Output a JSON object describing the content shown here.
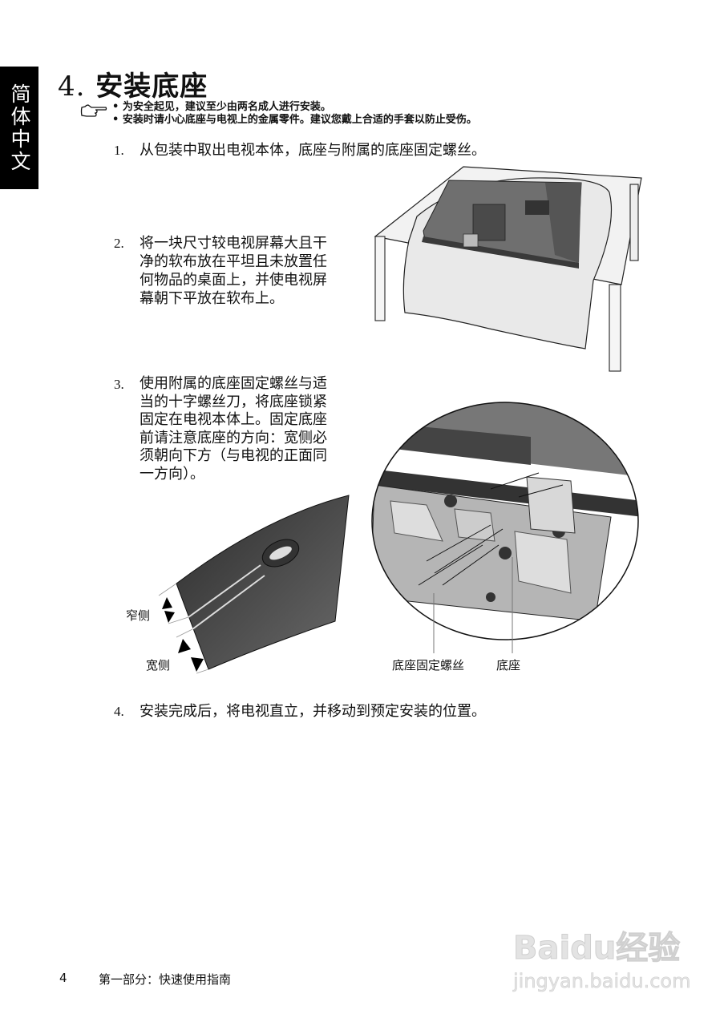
{
  "side_tab": {
    "label": "简体中文"
  },
  "section": {
    "number": "4.",
    "title": "安装底座"
  },
  "notes": {
    "icon": "pointing-hand-icon",
    "items": [
      "• 为安全起见，建议至少由两名成人进行安装。",
      "• 安装时请小心底座与电视上的金属零件。建议您戴上合适的手套以防止受伤。"
    ]
  },
  "steps": [
    {
      "number": "1.",
      "lines": [
        "从包装中取出电视本体，底座与附属的底座固定螺丝。"
      ]
    },
    {
      "number": "2.",
      "lines": [
        "将一块尺寸较电视屏幕大且干",
        "净的软布放在平坦且未放置任",
        "何物品的桌面上，并使电视屏",
        "幕朝下平放在软布上。"
      ]
    },
    {
      "number": "3.",
      "lines": [
        "使用附属的底座固定螺丝与适",
        "当的十字螺丝刀，将底座锁紧",
        "固定在电视本体上。固定底座",
        "前请注意底座的方向：宽侧必",
        "须朝向下方（与电视的正面同",
        "一方向）。"
      ]
    },
    {
      "number": "4.",
      "lines": [
        "安装完成后，将电视直立，并移动到预定安装的位置。"
      ]
    }
  ],
  "figures": {
    "table_tv": {
      "description": "TV face down on soft cloth on table"
    },
    "stand_base": {
      "narrow_label": "窄侧",
      "wide_label": "宽侧"
    },
    "assembly": {
      "screw_label": "底座固定螺丝",
      "base_label": "底座"
    }
  },
  "footer": {
    "page_number": "4",
    "section": "第一部分：快速使用指南"
  },
  "watermark": {
    "brand": "Baidu经验",
    "url": "jingyan.baidu.com"
  },
  "colors": {
    "tab_bg": "#000000",
    "text": "#111111",
    "watermark": "#e3e3e3"
  }
}
